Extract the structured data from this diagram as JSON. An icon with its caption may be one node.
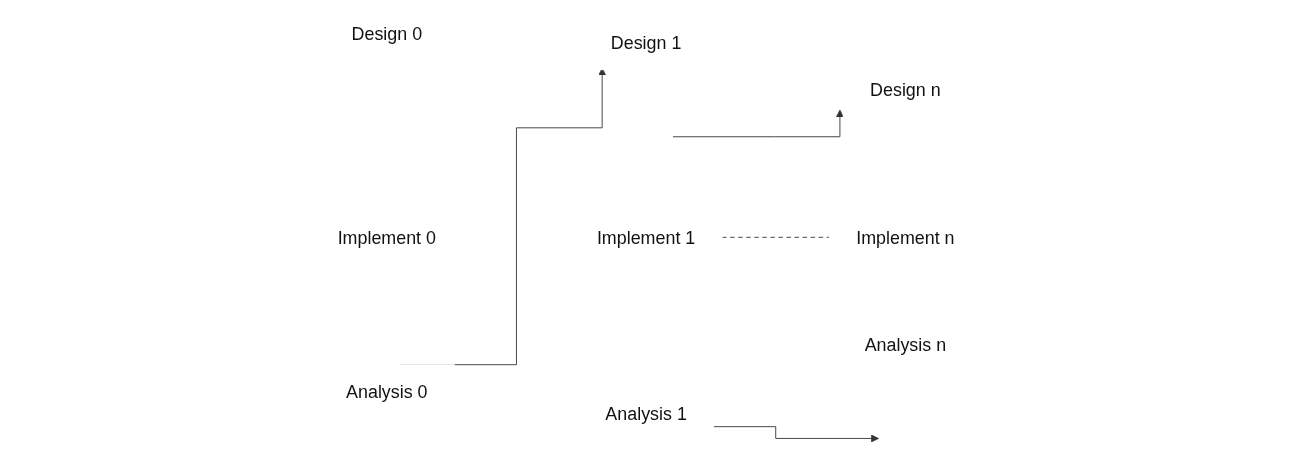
{
  "diagram": {
    "nodes": [
      {
        "text": [
          "Design 0"
        ]
      },
      {
        "text": [
          "Implement 0"
        ]
      },
      {
        "text": [
          "Analysis 0"
        ]
      },
      {
        "text": [
          "Design 1"
        ]
      },
      {
        "text": [
          "Implement 1"
        ]
      },
      {
        "text": [
          "Analysis 1"
        ]
      },
      {
        "text": [
          "Design n"
        ]
      },
      {
        "text": [
          "Implement n"
        ]
      },
      {
        "text": [
          "Analysis n"
        ]
      }
    ],
    "edges": [
      {
        "from": 2,
        "to": 3,
        "arrow": "to"
      },
      {
        "from": 5,
        "to": null,
        "arrow": "to"
      },
      {
        "from": null,
        "to": 6,
        "arrow": "to"
      },
      {
        "from": 4,
        "to": 7,
        "arrow": "none",
        "style": "dashed"
      }
    ]
  }
}
